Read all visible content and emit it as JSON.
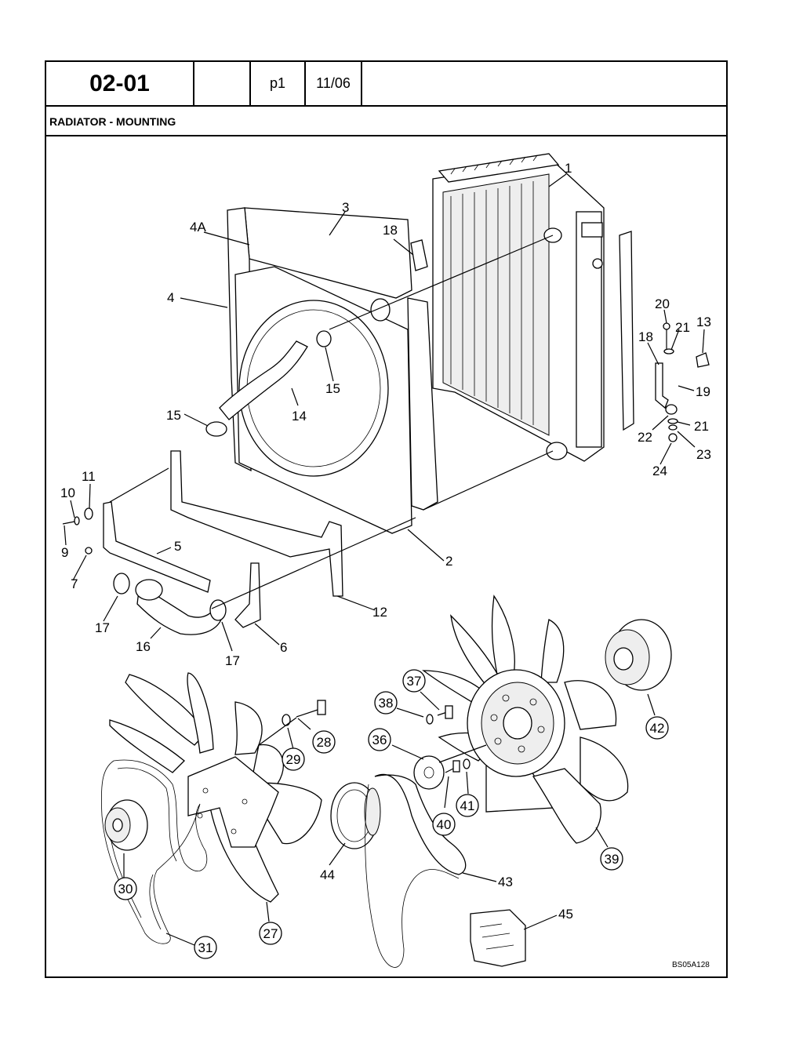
{
  "header": {
    "code": "02-01",
    "blank": "",
    "page": "p1",
    "date": "11/06"
  },
  "section_title": "RADIATOR - MOUNTING",
  "figure_ref": "BS05A128",
  "callouts": [
    {
      "id": "c1",
      "label": "1"
    },
    {
      "id": "c2",
      "label": "2"
    },
    {
      "id": "c3",
      "label": "3"
    },
    {
      "id": "c4",
      "label": "4"
    },
    {
      "id": "c4a",
      "label": "4A"
    },
    {
      "id": "c5",
      "label": "5"
    },
    {
      "id": "c6",
      "label": "6"
    },
    {
      "id": "c7",
      "label": "7"
    },
    {
      "id": "c9",
      "label": "9"
    },
    {
      "id": "c10",
      "label": "10"
    },
    {
      "id": "c11",
      "label": "11"
    },
    {
      "id": "c12",
      "label": "12"
    },
    {
      "id": "c13",
      "label": "13"
    },
    {
      "id": "c14",
      "label": "14"
    },
    {
      "id": "c15a",
      "label": "15"
    },
    {
      "id": "c15b",
      "label": "15"
    },
    {
      "id": "c16",
      "label": "16"
    },
    {
      "id": "c17a",
      "label": "17"
    },
    {
      "id": "c17b",
      "label": "17"
    },
    {
      "id": "c18a",
      "label": "18"
    },
    {
      "id": "c18b",
      "label": "18"
    },
    {
      "id": "c19",
      "label": "19"
    },
    {
      "id": "c20",
      "label": "20"
    },
    {
      "id": "c21a",
      "label": "21"
    },
    {
      "id": "c21b",
      "label": "21"
    },
    {
      "id": "c22",
      "label": "22"
    },
    {
      "id": "c23",
      "label": "23"
    },
    {
      "id": "c24",
      "label": "24"
    },
    {
      "id": "c43",
      "label": "43"
    },
    {
      "id": "c44",
      "label": "44"
    },
    {
      "id": "c45",
      "label": "45"
    }
  ],
  "circled_callouts": [
    {
      "id": "k27",
      "label": "27"
    },
    {
      "id": "k28",
      "label": "28"
    },
    {
      "id": "k29",
      "label": "29"
    },
    {
      "id": "k30",
      "label": "30"
    },
    {
      "id": "k31",
      "label": "31"
    },
    {
      "id": "k36",
      "label": "36"
    },
    {
      "id": "k37",
      "label": "37"
    },
    {
      "id": "k38",
      "label": "38"
    },
    {
      "id": "k39",
      "label": "39"
    },
    {
      "id": "k40",
      "label": "40"
    },
    {
      "id": "k41",
      "label": "41"
    },
    {
      "id": "k42",
      "label": "42"
    }
  ]
}
